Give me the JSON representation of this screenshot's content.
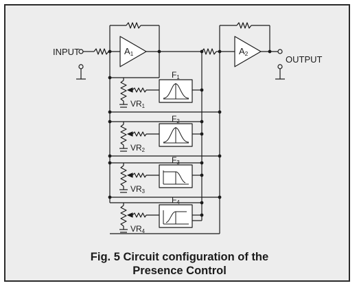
{
  "diagram": {
    "input_label": "INPUT",
    "output_label": "OUTPUT",
    "amplifiers": [
      {
        "letter": "A",
        "index": "1"
      },
      {
        "letter": "A",
        "index": "2"
      }
    ],
    "filters": [
      {
        "letter": "F",
        "index": "1",
        "response": "peak-icon"
      },
      {
        "letter": "F",
        "index": "2",
        "response": "peak-icon"
      },
      {
        "letter": "F",
        "index": "3",
        "response": "low-pass-icon"
      },
      {
        "letter": "F",
        "index": "4",
        "response": "high-pass-icon"
      }
    ],
    "potentiometers": [
      {
        "letter": "VR",
        "index": "1"
      },
      {
        "letter": "VR",
        "index": "2"
      },
      {
        "letter": "VR",
        "index": "3"
      },
      {
        "letter": "VR",
        "index": "4"
      }
    ]
  },
  "caption": {
    "line1": "Fig. 5 Circuit configuration of the",
    "line2": "Presence Control"
  },
  "colors": {
    "panel": "#ededed",
    "ink": "#1a1a1a",
    "box_fill": "#ffffff"
  }
}
